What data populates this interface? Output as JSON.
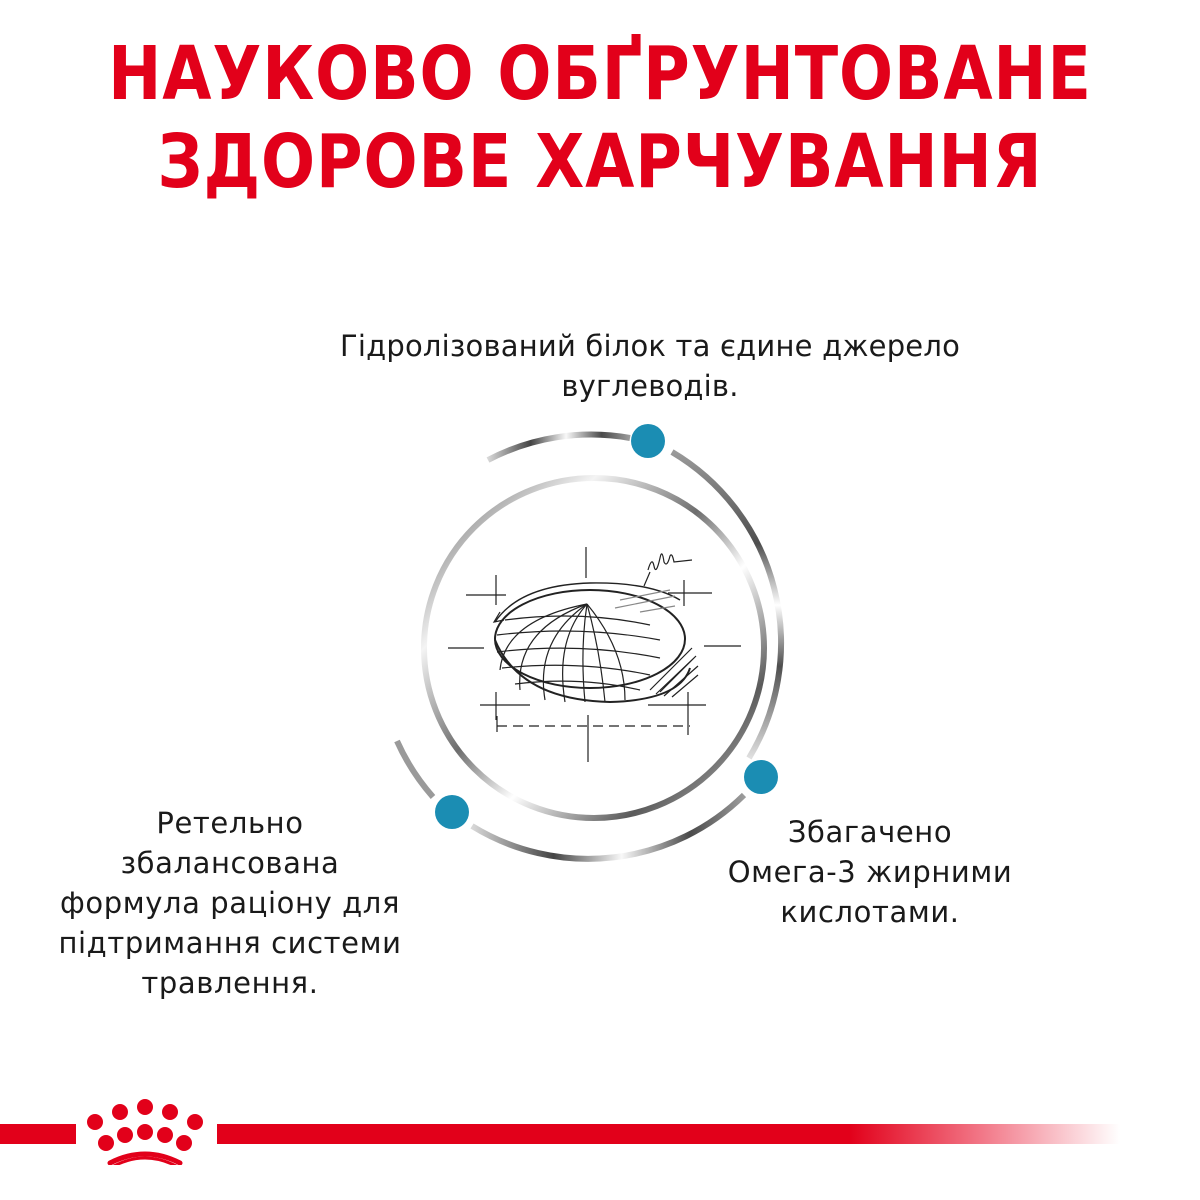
{
  "headline": {
    "line1": "НАУКОВО ОБҐРУНТОВАНЕ",
    "line2": "ЗДОРОВЕ ХАРЧУВАННЯ",
    "color": "#e2001a"
  },
  "benefits": {
    "top": {
      "line1": "Гідролізований білок та єдине джерело",
      "line2": "вуглеводів."
    },
    "left": {
      "line1": "Ретельно",
      "line2": "збалансована",
      "line3": "формула раціону для",
      "line4": "підтримання системи",
      "line5": "травлення."
    },
    "right": {
      "line1": "Збагачено",
      "line2": "Омега-3 жирними",
      "line3": "кислотами."
    }
  },
  "graphic": {
    "center_icon": "kibble-sketch-icon",
    "dot_color": "#1b8db3",
    "ring_color": "#7a7a7a"
  },
  "footer": {
    "logo": "royal-canin-crown-icon",
    "bar_color": "#e2001a"
  }
}
